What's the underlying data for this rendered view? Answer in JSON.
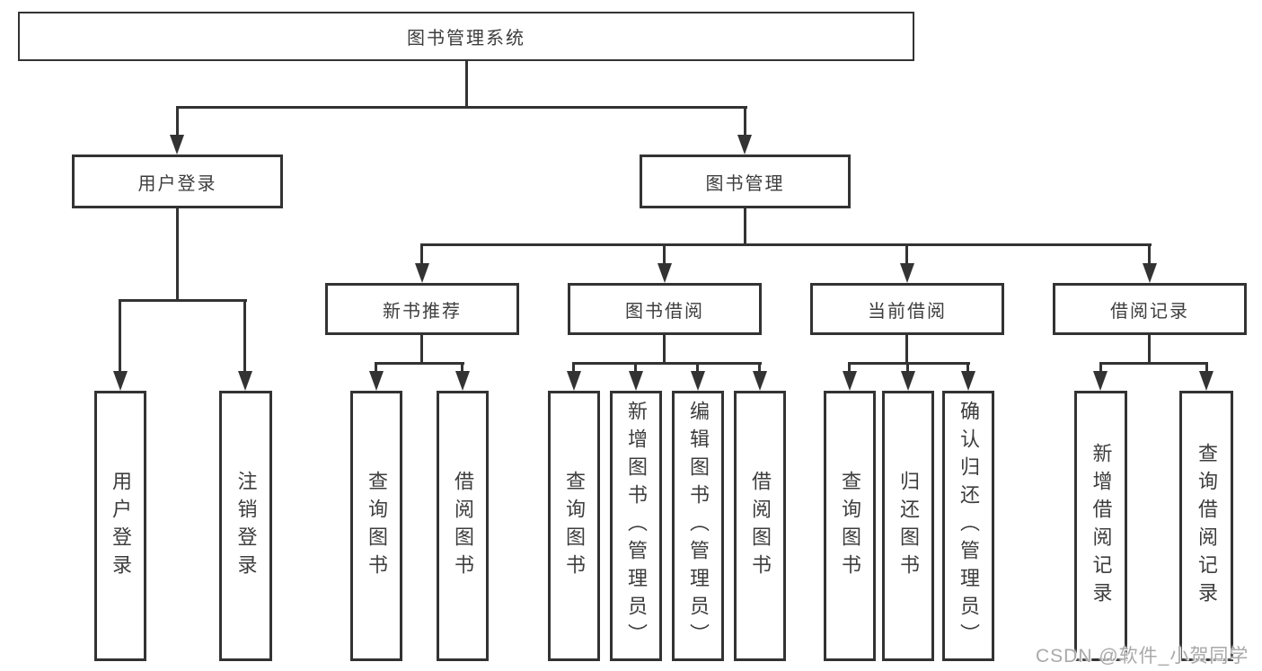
{
  "tree": {
    "label": "图书管理系统",
    "children": [
      {
        "label": "用户登录",
        "children": [
          {
            "label": "用户登录"
          },
          {
            "label": "注销登录"
          }
        ]
      },
      {
        "label": "图书管理",
        "children": [
          {
            "label": "新书推荐",
            "children": [
              {
                "label": "查询图书"
              },
              {
                "label": "借阅图书"
              }
            ]
          },
          {
            "label": "图书借阅",
            "children": [
              {
                "label": "查询图书"
              },
              {
                "label": "新增图书（管理员）"
              },
              {
                "label": "编辑图书（管理员）"
              },
              {
                "label": "借阅图书"
              }
            ]
          },
          {
            "label": "当前借阅",
            "children": [
              {
                "label": "查询图书"
              },
              {
                "label": "归还图书"
              },
              {
                "label": "确认归还（管理员）"
              }
            ]
          },
          {
            "label": "借阅记录",
            "children": [
              {
                "label": "新增借阅记录"
              },
              {
                "label": "查询借阅记录"
              }
            ]
          }
        ]
      }
    ]
  },
  "watermark": {
    "text": "CSDN @软件_小贺同学",
    "color": "#a9a9a9"
  },
  "colors": {
    "line": "#333333",
    "box_border": "#333333",
    "text": "#3d3d3d",
    "background": "#ffffff"
  }
}
